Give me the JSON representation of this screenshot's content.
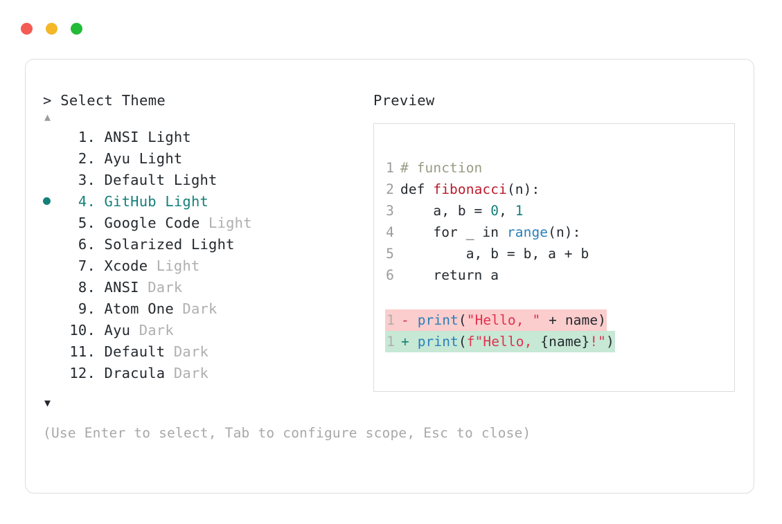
{
  "window": {
    "dots": [
      {
        "name": "close",
        "color": "#f45b53"
      },
      {
        "name": "minimize",
        "color": "#f4b728"
      },
      {
        "name": "maximize",
        "color": "#24bb38"
      }
    ]
  },
  "left_panel": {
    "prompt": "> Select Theme",
    "scroll_up_glyph": "▲",
    "scroll_down_glyph": "▼",
    "selected_index": 4,
    "items": [
      {
        "index": "1.",
        "name": "ANSI Light",
        "variant": "",
        "selected": false
      },
      {
        "index": "2.",
        "name": "Ayu Light",
        "variant": "",
        "selected": false
      },
      {
        "index": "3.",
        "name": "Default Light",
        "variant": "",
        "selected": false
      },
      {
        "index": "4.",
        "name": "GitHub Light",
        "variant": "",
        "selected": true
      },
      {
        "index": "5.",
        "name": "Google Code",
        "variant": "Light",
        "selected": false
      },
      {
        "index": "6.",
        "name": "Solarized Light",
        "variant": "",
        "selected": false
      },
      {
        "index": "7.",
        "name": "Xcode",
        "variant": "Light",
        "selected": false
      },
      {
        "index": "8.",
        "name": "ANSI",
        "variant": "Dark",
        "selected": false
      },
      {
        "index": "9.",
        "name": "Atom One",
        "variant": "Dark",
        "selected": false
      },
      {
        "index": "10.",
        "name": "Ayu",
        "variant": "Dark",
        "selected": false
      },
      {
        "index": "11.",
        "name": "Default",
        "variant": "Dark",
        "selected": false
      },
      {
        "index": "12.",
        "name": "Dracula",
        "variant": "Dark",
        "selected": false
      }
    ]
  },
  "hint": "(Use Enter to select, Tab to configure scope, Esc to close)",
  "right_panel": {
    "label": "Preview",
    "code_lines": [
      {
        "num": "1",
        "tokens": [
          {
            "t": "# function",
            "c": "tok-comment"
          }
        ]
      },
      {
        "num": "2",
        "tokens": [
          {
            "t": "def ",
            "c": "tok-keyword"
          },
          {
            "t": "fibonacci",
            "c": "tok-func"
          },
          {
            "t": "(n):",
            "c": "tok-plain"
          }
        ]
      },
      {
        "num": "3",
        "tokens": [
          {
            "t": "    a, b = ",
            "c": "tok-plain"
          },
          {
            "t": "0",
            "c": "tok-num"
          },
          {
            "t": ", ",
            "c": "tok-plain"
          },
          {
            "t": "1",
            "c": "tok-num"
          }
        ]
      },
      {
        "num": "4",
        "tokens": [
          {
            "t": "    for _ in ",
            "c": "tok-plain"
          },
          {
            "t": "range",
            "c": "tok-builtin"
          },
          {
            "t": "(n):",
            "c": "tok-plain"
          }
        ]
      },
      {
        "num": "5",
        "tokens": [
          {
            "t": "        a, b = b, a + b",
            "c": "tok-plain"
          }
        ]
      },
      {
        "num": "6",
        "tokens": [
          {
            "t": "    return a",
            "c": "tok-plain"
          }
        ]
      }
    ],
    "diff_lines": [
      {
        "num": "1",
        "kind": "del",
        "sign": "-",
        "tokens": [
          {
            "t": "print",
            "c": "tok-builtin"
          },
          {
            "t": "(",
            "c": "tok-plain"
          },
          {
            "t": "\"Hello, \"",
            "c": "tok-str"
          },
          {
            "t": " + name)",
            "c": "tok-plain"
          }
        ]
      },
      {
        "num": "1",
        "kind": "add",
        "sign": "+",
        "tokens": [
          {
            "t": "print",
            "c": "tok-builtin"
          },
          {
            "t": "(",
            "c": "tok-plain"
          },
          {
            "t": "f\"Hello, ",
            "c": "tok-str"
          },
          {
            "t": "{name}",
            "c": "tok-plain"
          },
          {
            "t": "!\"",
            "c": "tok-str"
          },
          {
            "t": ")",
            "c": "tok-plain"
          }
        ]
      }
    ]
  }
}
